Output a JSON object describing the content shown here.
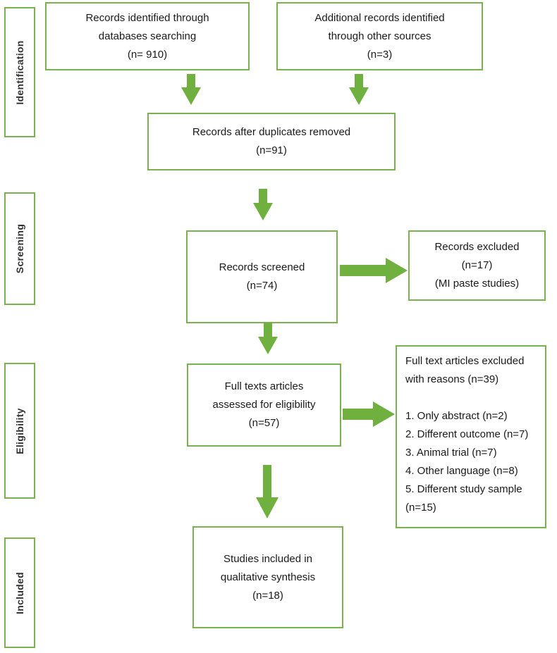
{
  "colors": {
    "border": "#79b24f",
    "arrow": "#6fb03f"
  },
  "stages": {
    "identification": "Identification",
    "screening": "Screening",
    "eligibility": "Eligibility",
    "included": "Included"
  },
  "boxes": {
    "databases": {
      "line1": "Records identified through",
      "line2": "databases searching",
      "count": "(n= 910)"
    },
    "other_sources": {
      "line1": "Additional records identified",
      "line2": "through other sources",
      "count": "(n=3)"
    },
    "duplicates_removed": {
      "line1": "Records after duplicates removed",
      "count": "(n=91)"
    },
    "screened": {
      "line1": "Records screened",
      "count": "(n=74)"
    },
    "excluded": {
      "line1": "Records excluded",
      "count": "(n=17)",
      "reason": "(MI paste studies)"
    },
    "full_text_assessed": {
      "line1": "Full texts articles",
      "line2": "assessed for eligibility",
      "count": "(n=57)"
    },
    "full_text_excluded": {
      "line1": "Full text articles excluded",
      "line2": "with reasons (n=39)",
      "reasons": [
        "1. Only abstract (n=2)",
        "2. Different outcome (n=7)",
        "3. Animal trial (n=7)",
        "4. Other language (n=8)",
        "5. Different study sample",
        "(n=15)"
      ]
    },
    "included": {
      "line1": "Studies included in",
      "line2": "qualitative synthesis",
      "count": "(n=18)"
    }
  }
}
